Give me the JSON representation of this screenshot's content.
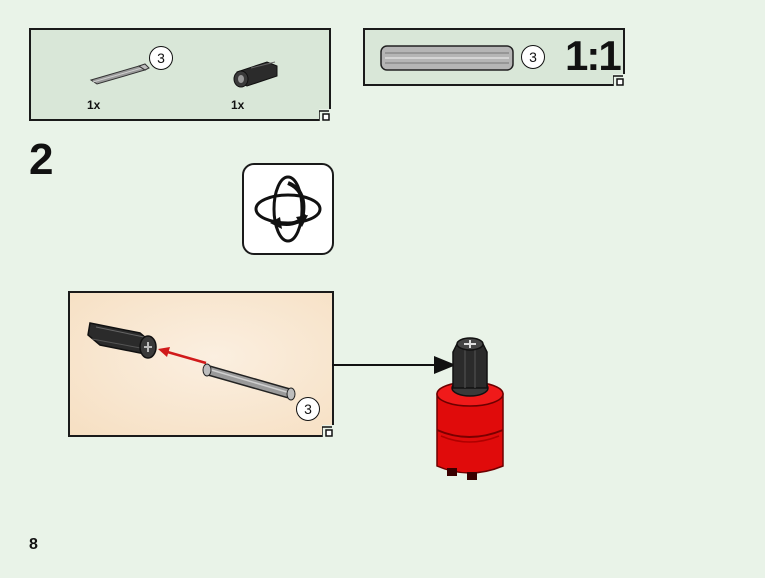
{
  "parts_list": {
    "items": [
      {
        "icon": "axle-3-icon",
        "quantity": "1x",
        "part_number": "3"
      },
      {
        "icon": "axle-connector-icon",
        "quantity": "1x",
        "part_number": ""
      }
    ]
  },
  "scale": {
    "part_number": "3",
    "label": "1:1"
  },
  "step": {
    "number": "2"
  },
  "sub_assembly": {
    "part_number": "3"
  },
  "page": {
    "number": "8"
  },
  "colors": {
    "background": "#e9f3e8",
    "box_fill": "#d9e7d8",
    "callout_fill": "#f6dfc2",
    "arrow_red": "#d11a1a",
    "brick_red": "#e00b0b",
    "axle_gray": "#8e8e8e",
    "connector_black": "#2b2b2b"
  }
}
